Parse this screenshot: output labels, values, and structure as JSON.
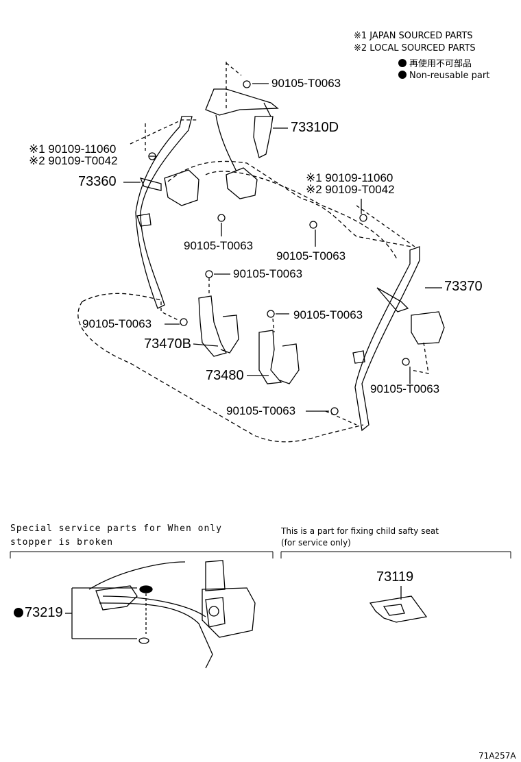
{
  "legend": {
    "japan": "※1 JAPAN SOURCED PARTS",
    "local": "※2 LOCAL SOURCED PARTS",
    "non_reusable_jp": "再使用不可部品",
    "non_reusable_en": "Non-reusable part"
  },
  "labels": {
    "p90105_top": "90105-T0063",
    "p73310d": "73310D",
    "p90109_left_1": "※1 90109-11060",
    "p90109_left_2": "※2 90109-T0042",
    "p73360": "73360",
    "p90109_right_1": "※1 90109-11060",
    "p90109_right_2": "※2 90109-T0042",
    "p90105_mid_left": "90105-T0063",
    "p90105_mid_right": "90105-T0063",
    "p90105_center": "90105-T0063",
    "p73370": "73370",
    "p90105_left_lower": "90105-T0063",
    "p90105_center_lower": "90105-T0063",
    "p73470b": "73470B",
    "p73480": "73480",
    "p90105_right_lower": "90105-T0063",
    "p90105_bottom": "90105-T0063"
  },
  "sections": {
    "stopper_line1": "Special  service  parts  for  When  only",
    "stopper_line2": "stopper  is  broken",
    "child_line1": "This is a part for fixing child safty seat",
    "child_line2": "(for service only)",
    "p73219": "73219",
    "p73119": "73119"
  },
  "footer": {
    "code": "71A257A"
  }
}
